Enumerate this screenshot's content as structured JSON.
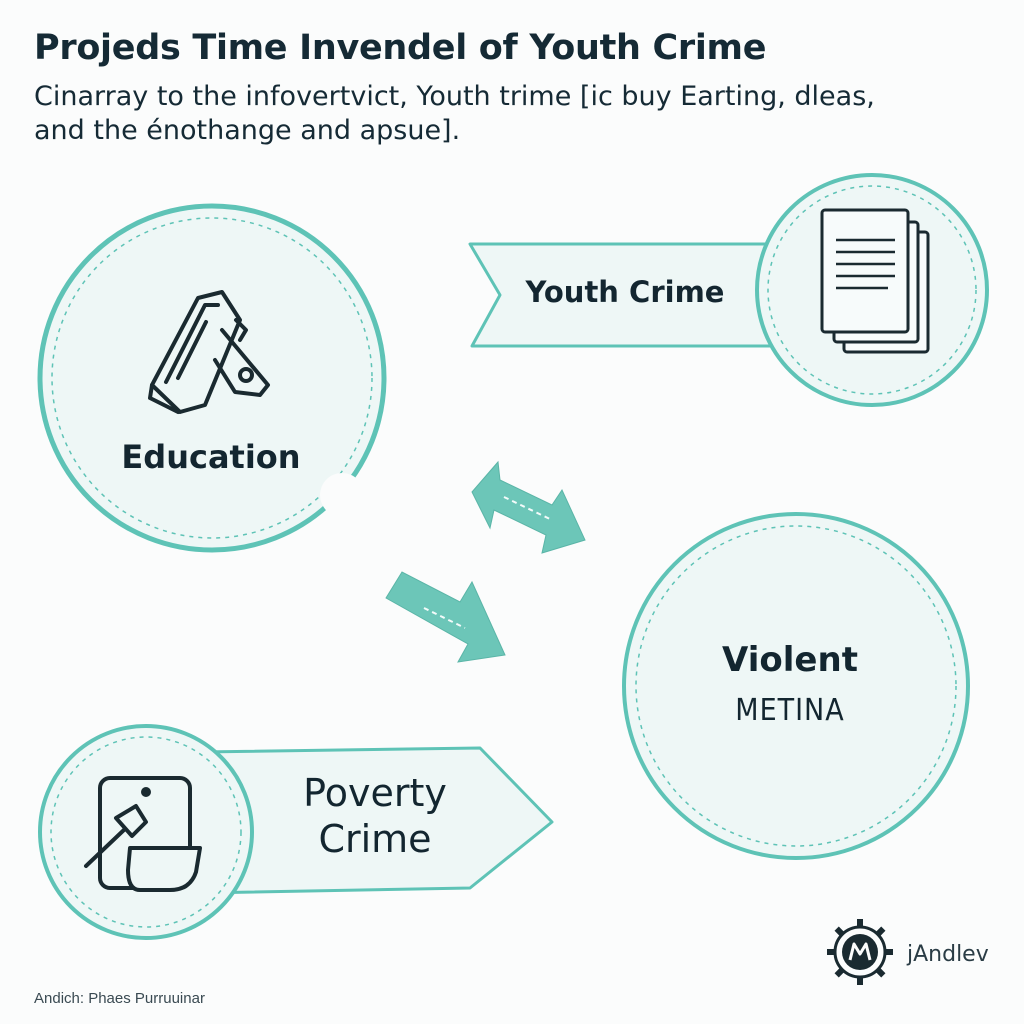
{
  "header": {
    "title": "Projeds Time  Invendel of Youth Crime",
    "subtitle": "Cinarray to the infovertvict,  Youth trime [ic buy Earting, dleas, and the énothange and apsue]."
  },
  "nodes": {
    "education": {
      "label": "Education",
      "icon": "stapler-icon"
    },
    "youth_crime": {
      "label": "Youth Crime",
      "icon": "documents-icon"
    },
    "violent": {
      "label_line1": "Violent",
      "label_line2": "METINA"
    },
    "poverty": {
      "label": "Poverty Crime",
      "icon": "tablet-hammer-icon"
    }
  },
  "brand": {
    "text": "jAndlev",
    "icon": "gear-logo-icon"
  },
  "footer": {
    "text": "Andich: Phaes Purruuinar"
  },
  "colors": {
    "accent": "#5ec3b6",
    "circle_fill": "#eef7f6",
    "arrow_fill": "#6cc6b8",
    "text": "#152a35"
  }
}
